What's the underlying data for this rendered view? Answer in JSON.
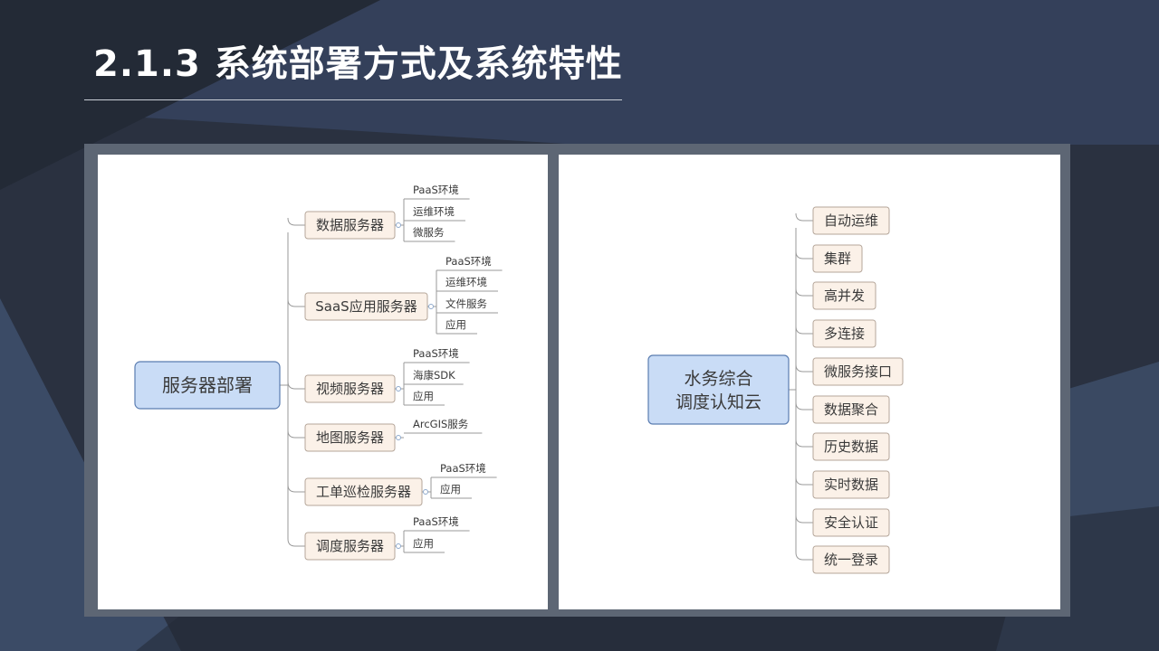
{
  "slide": {
    "title": "2.1.3 系统部署方式及系统特性"
  },
  "colors": {
    "root_fill": "#c9dcf6",
    "root_stroke": "#5b7db1",
    "branch_fill": "#fbf1e8",
    "branch_stroke": "#b5a69a",
    "line": "#9a9a9a"
  },
  "left_diagram": {
    "root": "服务器部署",
    "branches": [
      {
        "label": "数据服务器",
        "children": [
          "PaaS环境",
          "运维环境",
          "微服务"
        ]
      },
      {
        "label": "SaaS应用服务器",
        "children": [
          "PaaS环境",
          "运维环境",
          "文件服务",
          "应用"
        ]
      },
      {
        "label": "视频服务器",
        "children": [
          "PaaS环境",
          "海康SDK",
          "应用"
        ]
      },
      {
        "label": "地图服务器",
        "children": [
          "ArcGIS服务"
        ]
      },
      {
        "label": "工单巡检服务器",
        "children": [
          "PaaS环境",
          "应用"
        ]
      },
      {
        "label": "调度服务器",
        "children": [
          "PaaS环境",
          "应用"
        ]
      }
    ]
  },
  "right_diagram": {
    "root_lines": [
      "水务综合",
      "调度认知云"
    ],
    "items": [
      "自动运维",
      "集群",
      "高并发",
      "多连接",
      "微服务接口",
      "数据聚合",
      "历史数据",
      "实时数据",
      "安全认证",
      "统一登录"
    ]
  }
}
